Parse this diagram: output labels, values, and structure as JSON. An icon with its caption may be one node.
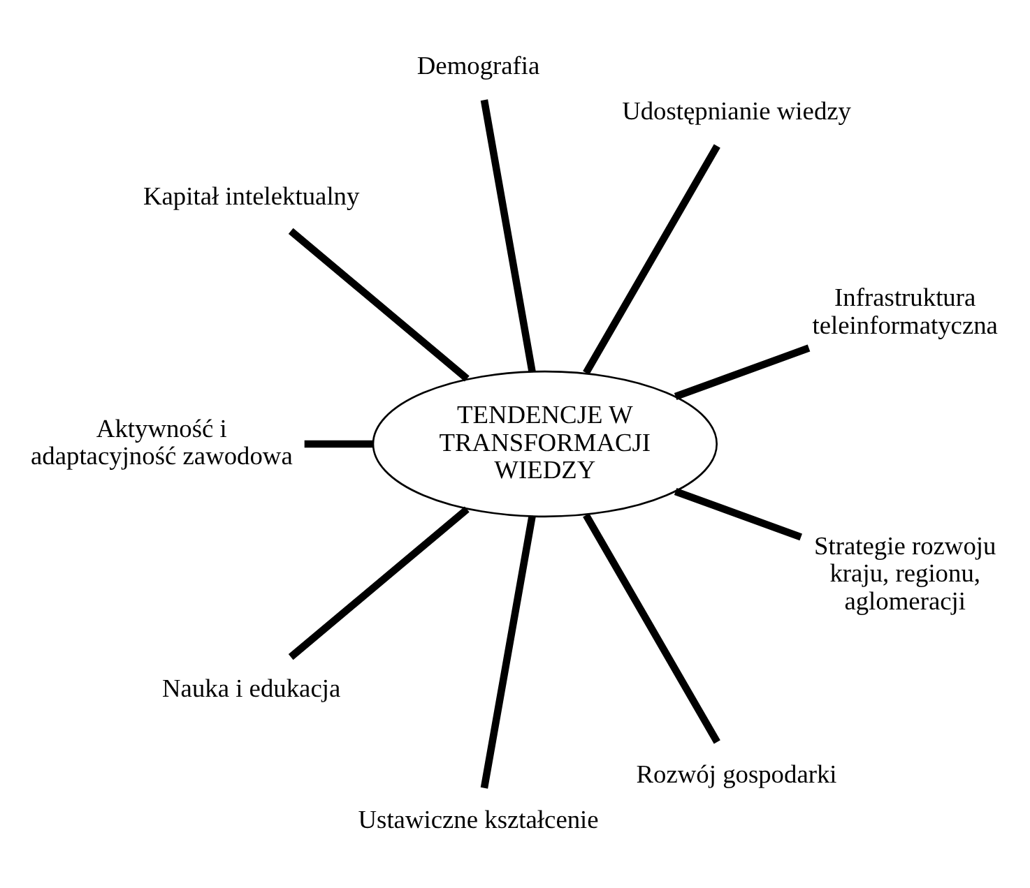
{
  "diagram": {
    "nodes": [
      {
        "text": [
          "TENDENCJE W TRANSFORMACJI WIEDZY"
        ]
      },
      {
        "text": [
          "Infrastruktura teleinformatyczna"
        ]
      },
      {
        "text": [
          "Udostępnianie wiedzy"
        ]
      },
      {
        "text": [
          "Demografia"
        ]
      },
      {
        "text": [
          "Kapitał intelektualny"
        ]
      },
      {
        "text": [
          "Aktywność i adaptacyjność zawodowa"
        ]
      },
      {
        "text": [
          "Nauka i edukacja"
        ]
      },
      {
        "text": [
          "Ustawiczne kształcenie"
        ]
      },
      {
        "text": [
          "Rozwój gospodarki"
        ]
      },
      {
        "text": [
          "Strategie rozwoju kraju, regionu, aglomeracji"
        ]
      }
    ],
    "edges": [
      {
        "from": 0,
        "to": 1,
        "arrow": "none"
      },
      {
        "from": 0,
        "to": 2,
        "arrow": "none"
      },
      {
        "from": 0,
        "to": 3,
        "arrow": "none"
      },
      {
        "from": 0,
        "to": 4,
        "arrow": "none"
      },
      {
        "from": 0,
        "to": 5,
        "arrow": "none"
      },
      {
        "from": 0,
        "to": 6,
        "arrow": "none"
      },
      {
        "from": 0,
        "to": 7,
        "arrow": "none"
      },
      {
        "from": 0,
        "to": 8,
        "arrow": "none"
      },
      {
        "from": 0,
        "to": 9,
        "arrow": "none"
      }
    ]
  }
}
